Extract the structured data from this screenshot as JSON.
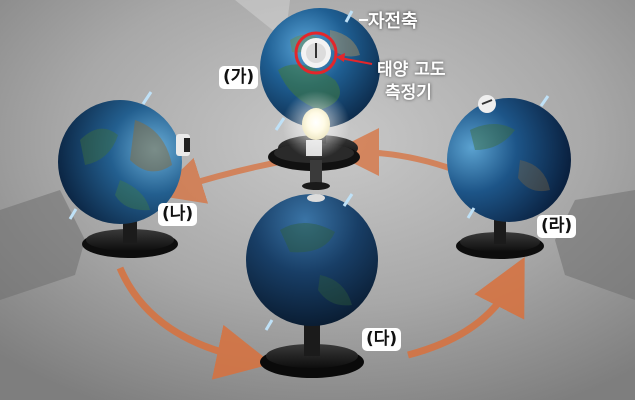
{
  "labels": {
    "ga": "(가)",
    "na": "(나)",
    "da": "(다)",
    "ra": "(라)"
  },
  "annotations": {
    "rotation_axis": "자전축",
    "solar_meter_line1": "태양 고도",
    "solar_meter_line2": "측정기"
  },
  "colors": {
    "orbit_arrow": "#d9713d",
    "highlight_circle": "#e3262b",
    "axis_marker": "#bfe1f7"
  },
  "icons": {
    "lamp": "bulb-icon"
  }
}
